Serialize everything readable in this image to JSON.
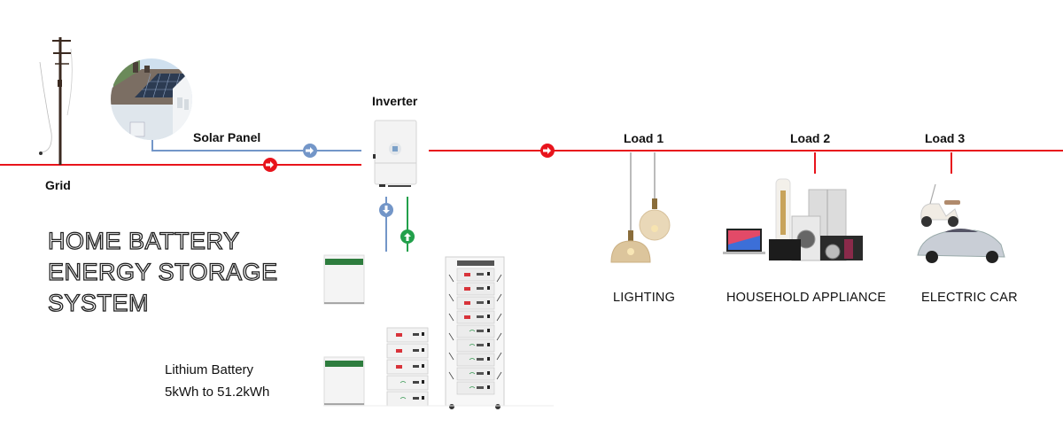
{
  "title": {
    "lines": [
      "HOME BATTERY",
      "ENERGY STORAGE",
      "SYSTEM"
    ]
  },
  "nodes": {
    "grid": {
      "label": "Grid"
    },
    "solar": {
      "label": "Solar Panel"
    },
    "inverter": {
      "label": "Inverter"
    },
    "battery": {
      "label_line1": "Lithium Battery",
      "label_line2": "5kWh to 51.2kWh"
    },
    "loads": [
      {
        "label": "Load 1",
        "category": "LIGHTING"
      },
      {
        "label": "Load 2",
        "category": "HOUSEHOLD APPLIANCE"
      },
      {
        "label": "Load 3",
        "category": "ELECTRIC CAR"
      }
    ]
  },
  "flows": [
    {
      "from": "grid",
      "to": "inverter",
      "direction": "right",
      "color": "#e8141c",
      "type": "AC grid"
    },
    {
      "from": "solar",
      "to": "inverter",
      "direction": "right",
      "color": "#7396c8",
      "type": "DC solar"
    },
    {
      "from": "inverter",
      "to": "loads",
      "direction": "right",
      "color": "#e8141c",
      "type": "AC output"
    },
    {
      "from": "inverter",
      "to": "battery",
      "direction": "down",
      "color": "#7396c8",
      "type": "charge"
    },
    {
      "from": "battery",
      "to": "inverter",
      "direction": "up",
      "color": "#22a04b",
      "type": "discharge"
    }
  ],
  "colors": {
    "ac_line": "#e8141c",
    "solar_line": "#7396c8",
    "discharge_line": "#22a04b",
    "battery_accent": "#2e7d3e"
  }
}
